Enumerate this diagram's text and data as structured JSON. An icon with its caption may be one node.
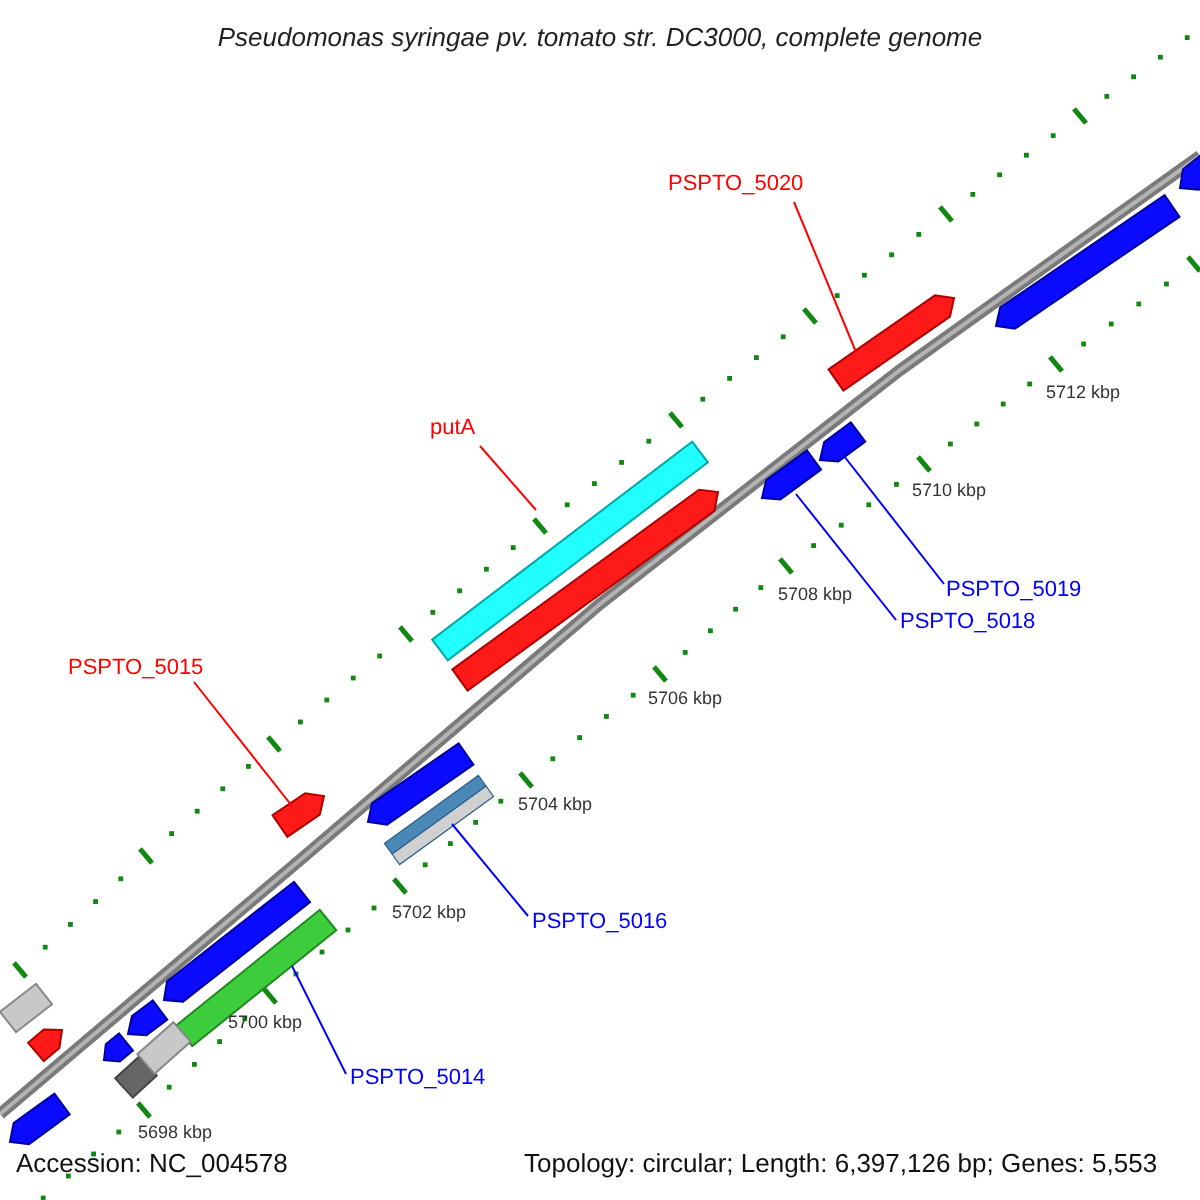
{
  "diagram": {
    "title": "Pseudomonas syringae pv. tomato str. DC3000, complete genome",
    "nodes": [
      {
        "text": [
          "PSPTO_5020"
        ]
      },
      {
        "text": [],
        "shape": "arrow"
      },
      {
        "text": [
          "putA"
        ]
      },
      {
        "text": [],
        "shape": "bar"
      },
      {
        "text": [
          "PSPTO_5019"
        ]
      },
      {
        "text": [],
        "shape": "arrow"
      },
      {
        "text": [
          "PSPTO_5018"
        ]
      },
      {
        "text": [],
        "shape": "arrow"
      },
      {
        "text": [
          "PSPTO_5015"
        ]
      },
      {
        "text": [],
        "shape": "arrow"
      },
      {
        "text": [
          "PSPTO_5016"
        ]
      },
      {
        "text": [],
        "shape": "bar"
      },
      {
        "text": [
          "PSPTO_5014"
        ]
      },
      {
        "text": [],
        "shape": "bar"
      },
      {
        "text": [],
        "shape": "bar"
      },
      {
        "text": [],
        "shape": "arrow"
      },
      {
        "text": [],
        "shape": "arrow"
      },
      {
        "text": [],
        "shape": "arrow"
      },
      {
        "text": [],
        "shape": "bar"
      },
      {
        "text": [],
        "shape": "arrow"
      },
      {
        "text": [],
        "shape": "bar"
      },
      {
        "text": [],
        "shape": "arrow"
      },
      {
        "text": [],
        "shape": "arrow"
      },
      {
        "text": [],
        "shape": "arrow"
      },
      {
        "text": [],
        "shape": "arrow"
      },
      {
        "text": [],
        "shape": "arrow"
      }
    ],
    "edges": [
      {
        "from": 0,
        "to": 1,
        "arrow": "none",
        "color": "#ff0000"
      },
      {
        "from": 2,
        "to": 3,
        "arrow": "none",
        "color": "#ff0000"
      },
      {
        "from": 4,
        "to": 5,
        "arrow": "none"
      },
      {
        "from": 6,
        "to": 7,
        "arrow": "none"
      },
      {
        "from": 8,
        "to": 9,
        "arrow": "none",
        "color": "#ff0000"
      },
      {
        "from": 10,
        "to": 11,
        "arrow": "none"
      },
      {
        "from": 12,
        "to": 13,
        "arrow": "none"
      }
    ],
    "labels": [
      "5712 kbp",
      "5710 kbp",
      "5708 kbp",
      "5706 kbp",
      "5704 kbp",
      "5702 kbp",
      "5700 kbp",
      "5698 kbp",
      "Accession: NC_004578",
      "Topology: circular; Length: 6,397,126 bp; Genes: 5,553"
    ]
  }
}
